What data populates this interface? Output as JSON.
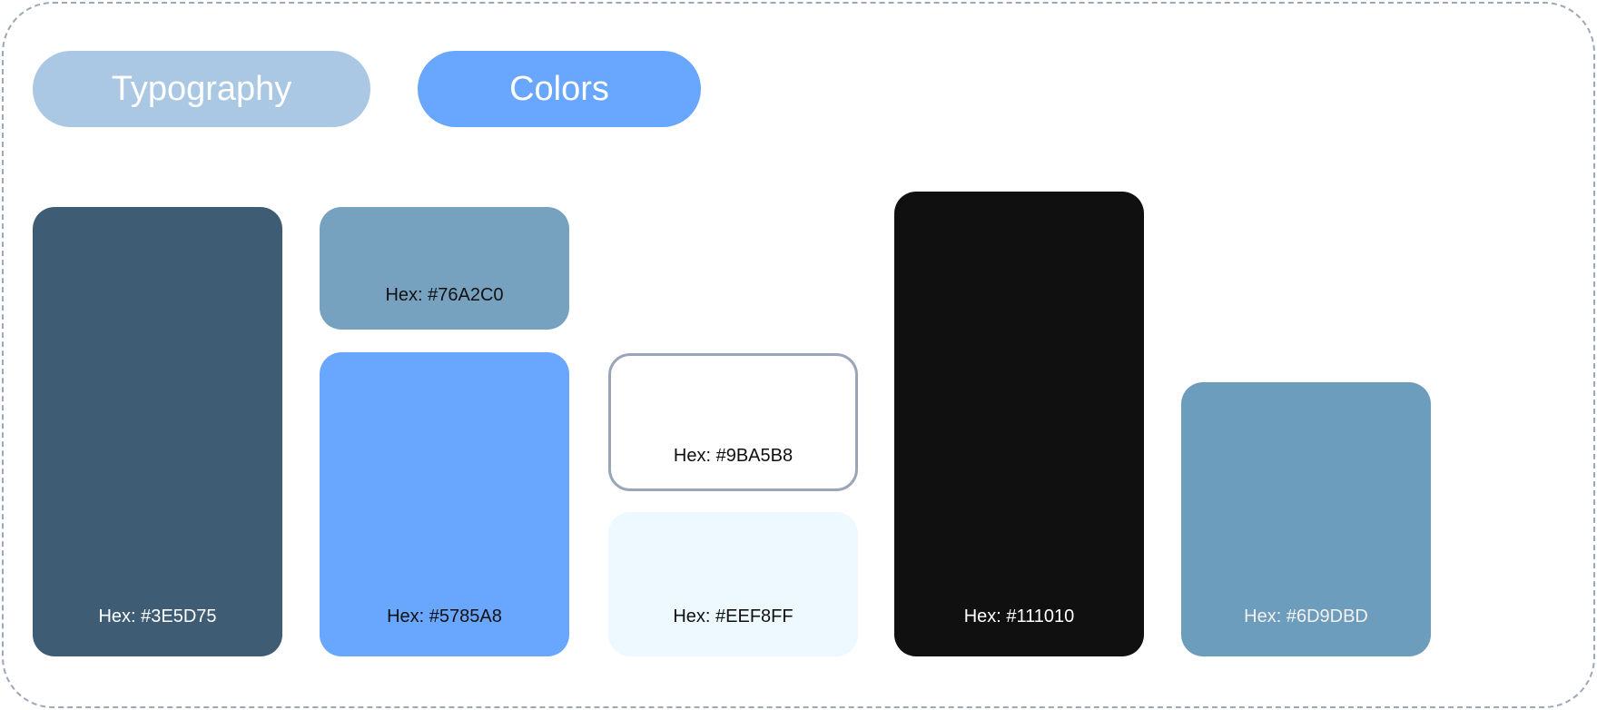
{
  "tabs": [
    {
      "label": "Typography",
      "color": "#AAC8E3"
    },
    {
      "label": "Colors",
      "color": "#69A6FE"
    }
  ],
  "swatches": [
    {
      "label": "Hex: #3E5D75",
      "fill": "#3E5D75",
      "text_color": "#FFFFFF"
    },
    {
      "label": "Hex: #76A2C0",
      "fill": "#76A2C0",
      "text_color": "#111111"
    },
    {
      "label": "Hex: #5785A8",
      "fill": "#69A6FE",
      "text_color": "#111111"
    },
    {
      "label": "Hex: #9BA5B8",
      "fill": "#FFFFFF",
      "border": "#9BA5B8",
      "text_color": "#111111"
    },
    {
      "label": "Hex: #EEF8FF",
      "fill": "#EEF8FF",
      "text_color": "#111111"
    },
    {
      "label": "Hex: #111010",
      "fill": "#111010",
      "text_color": "#FFFFFF"
    },
    {
      "label": "Hex: #6D9DBD",
      "fill": "#6D9DBD",
      "text_color": "#F5F0F0"
    }
  ]
}
